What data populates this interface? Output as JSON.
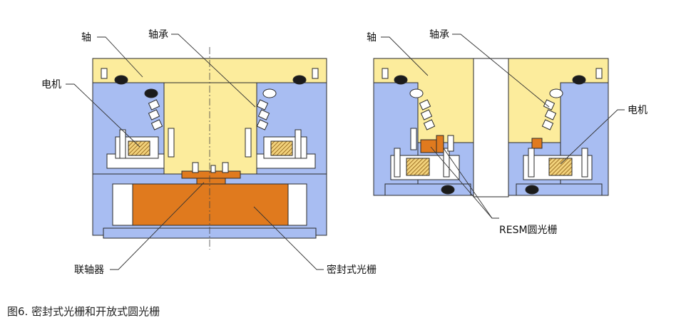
{
  "labels": {
    "shaft": "轴",
    "bearing": "轴承",
    "motor": "电机",
    "coupling": "联轴器",
    "sealed_encoder": "密封式光栅",
    "resm_encoder": "RESM圆光栅"
  },
  "caption": "图6. 密封式光栅和开放式圆光栅",
  "colors": {
    "shaft": "#fcec9c",
    "housing": "#a8bdf2",
    "encoder": "#e07a1e",
    "outline": "#2a2a2a",
    "seal": "#1b1b1b"
  }
}
